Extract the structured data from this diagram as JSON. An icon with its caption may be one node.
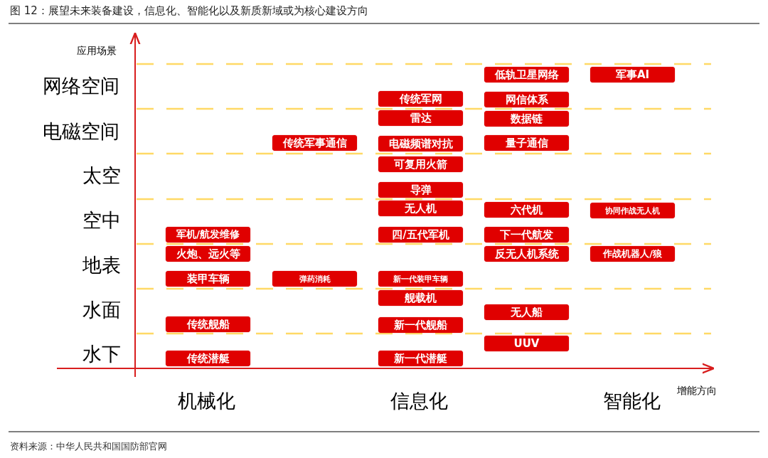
{
  "diagram": {
    "title": "图 12：展望未来装备建设，信息化、智能化以及新质新域或为核心建设方向",
    "caption": "资料来源：中华人民共和国国防部官网",
    "nodes": [
      {
        "text": [
          "低轨卫星网络"
        ]
      },
      {
        "text": [
          "军事AI"
        ]
      },
      {
        "text": [
          "传统军网"
        ]
      },
      {
        "text": [
          "网信体系"
        ]
      },
      {
        "text": [
          "雷达"
        ]
      },
      {
        "text": [
          "数据链"
        ]
      },
      {
        "text": [
          "传统军事通信"
        ]
      },
      {
        "text": [
          "电磁频谱对抗"
        ]
      },
      {
        "text": [
          "量子通信"
        ]
      },
      {
        "text": [
          "可复用火箭"
        ]
      },
      {
        "text": [
          "导弹"
        ]
      },
      {
        "text": [
          "无人机"
        ]
      },
      {
        "text": [
          "六代机"
        ]
      },
      {
        "text": [
          "协同作战无人机"
        ]
      },
      {
        "text": [
          "军机/航发维修"
        ]
      },
      {
        "text": [
          "四/五代军机"
        ]
      },
      {
        "text": [
          "下一代航发"
        ]
      },
      {
        "text": [
          "火炮、远火等"
        ]
      },
      {
        "text": [
          "反无人机系统"
        ]
      },
      {
        "text": [
          "作战机器人/狼"
        ]
      },
      {
        "text": [
          "装甲车辆"
        ]
      },
      {
        "text": [
          "弹药消耗"
        ]
      },
      {
        "text": [
          "新一代装甲车辆"
        ]
      },
      {
        "text": [
          "舰载机"
        ]
      },
      {
        "text": [
          "无人船"
        ]
      },
      {
        "text": [
          "传统舰船"
        ]
      },
      {
        "text": [
          "新一代舰船"
        ]
      },
      {
        "text": [
          "UUV"
        ]
      },
      {
        "text": [
          "传统潜艇"
        ]
      },
      {
        "text": [
          "新一代潜艇"
        ]
      }
    ],
    "labels": [
      "应用场景",
      "网络空间",
      "电磁空间",
      "太空",
      "空中",
      "地表",
      "水面",
      "水下",
      "机械化",
      "信息化",
      "增能方向",
      "智能化"
    ]
  }
}
